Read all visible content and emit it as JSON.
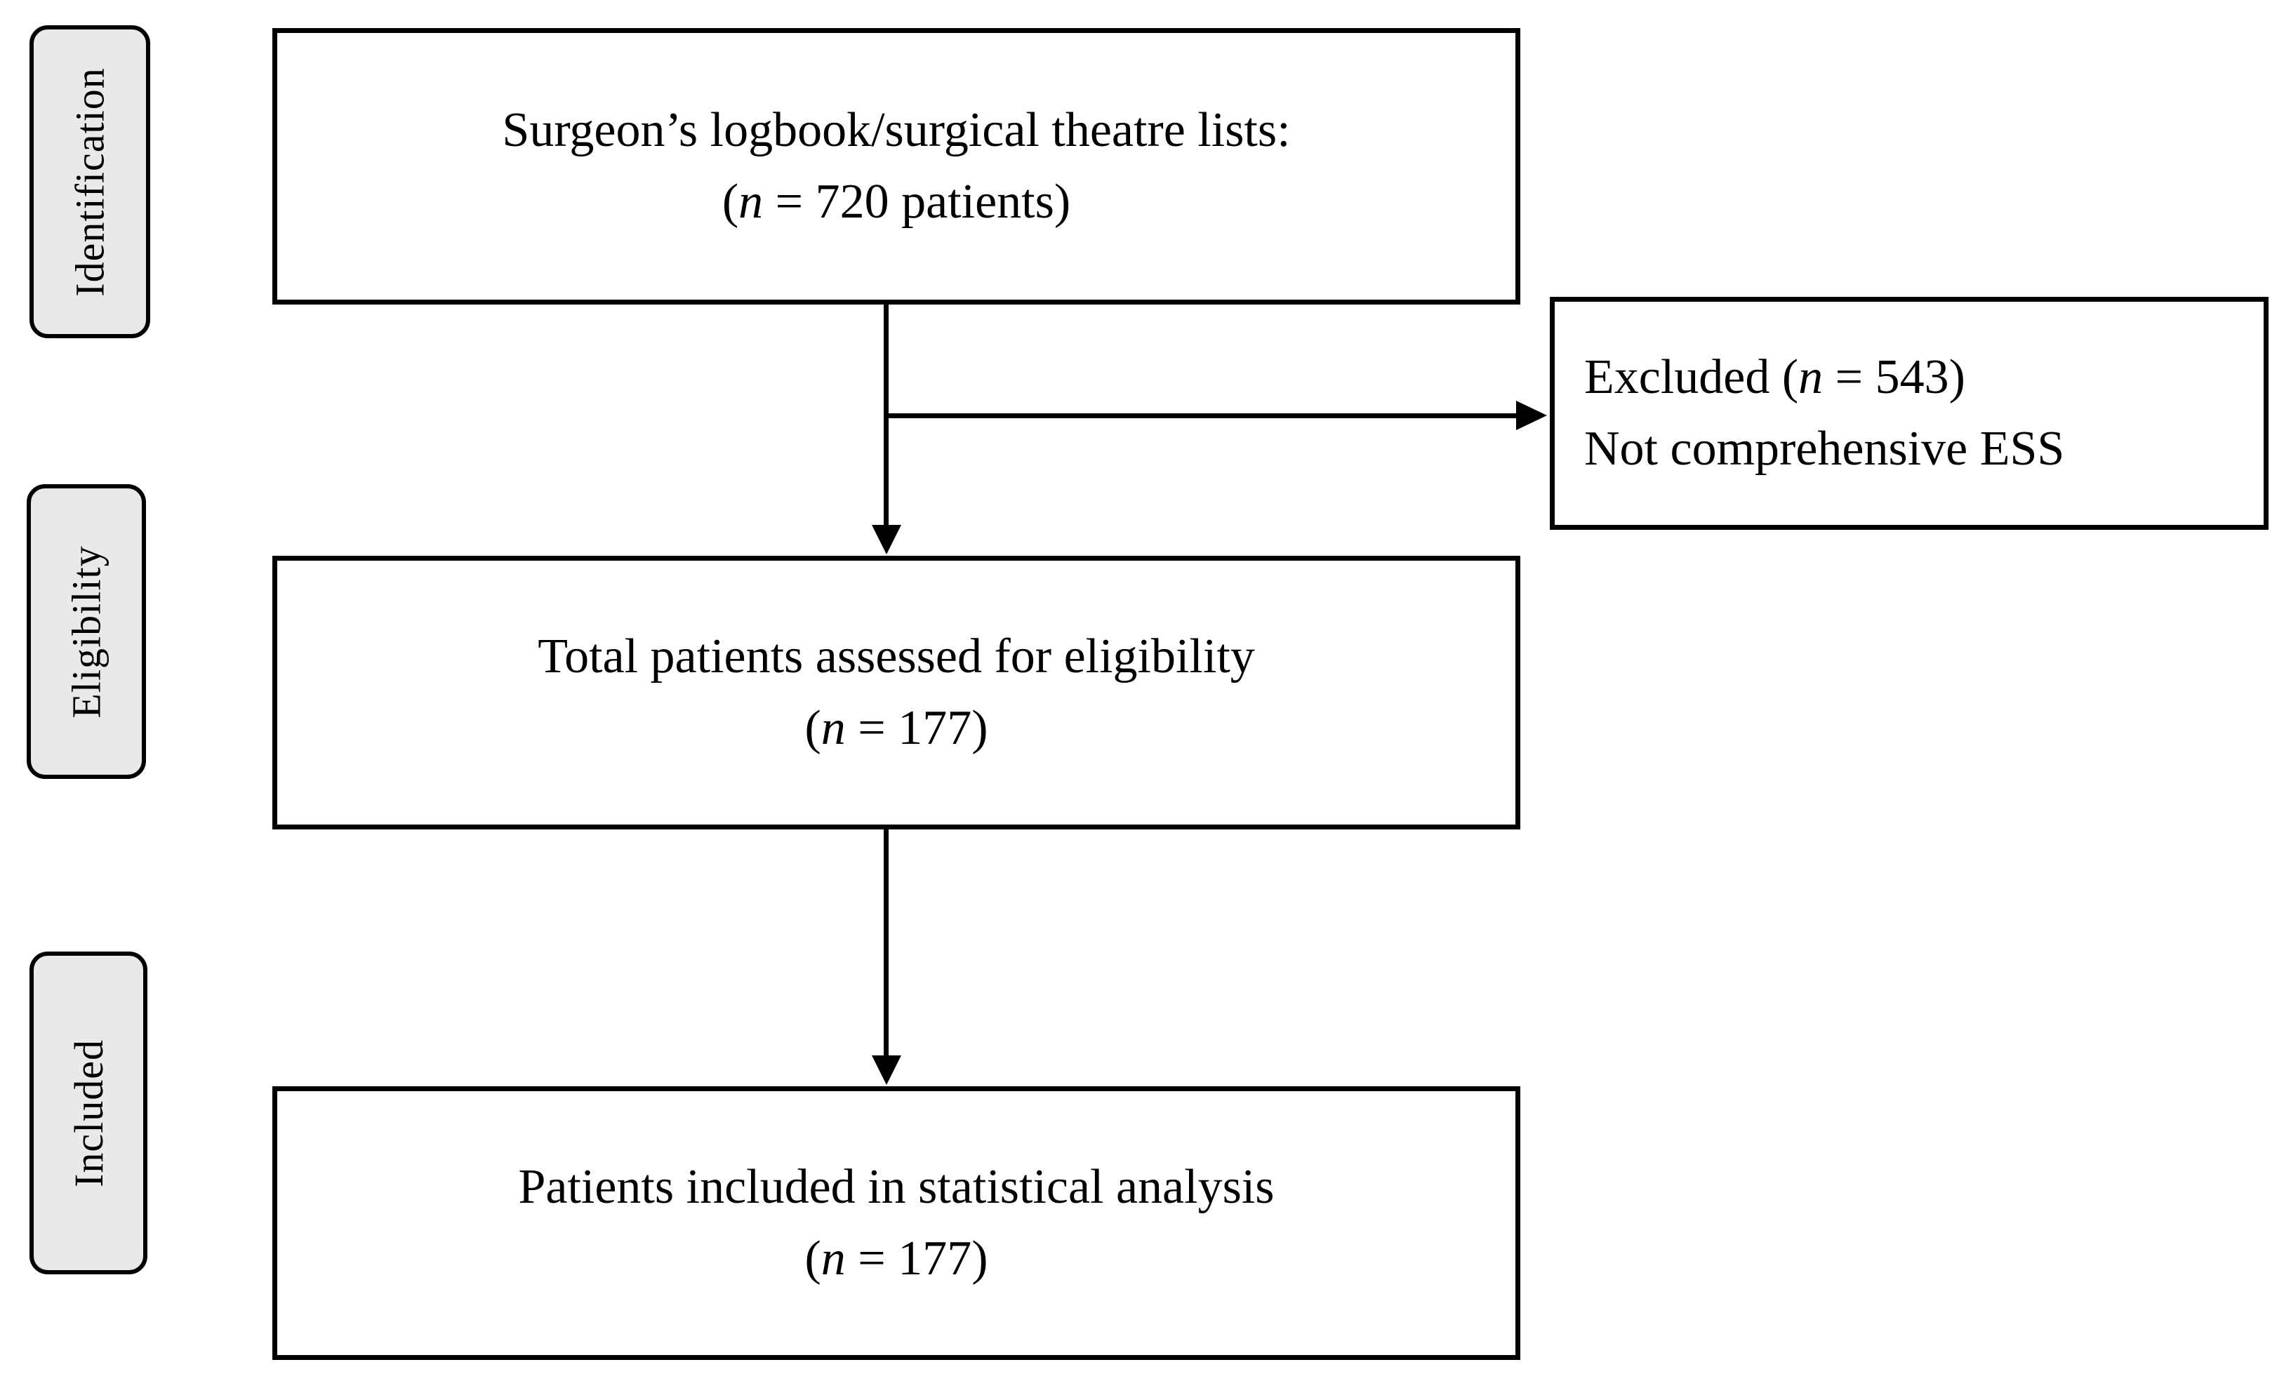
{
  "stages": [
    {
      "label": "Identification"
    },
    {
      "label": "Eligibility"
    },
    {
      "label": "Included"
    }
  ],
  "boxes": {
    "source": {
      "line1": "Surgeon’s logbook/surgical theatre lists:",
      "n_pre": "(",
      "n": "n",
      "n_post": " = 720 patients)"
    },
    "eligibility": {
      "line1": "Total patients assessed for eligibility",
      "n_pre": "(",
      "n": "n",
      "n_post": " = 177)"
    },
    "included": {
      "line1": "Patients included in statistical analysis",
      "n_pre": "(",
      "n": "n",
      "n_post": " = 177)"
    },
    "excluded": {
      "pre": "Excluded (",
      "n": "n",
      "post": " = 543)",
      "line2": "Not comprehensive ESS"
    }
  },
  "colors": {
    "stage_fill": "#e9e9e9",
    "border": "#000000",
    "background": "#ffffff"
  }
}
